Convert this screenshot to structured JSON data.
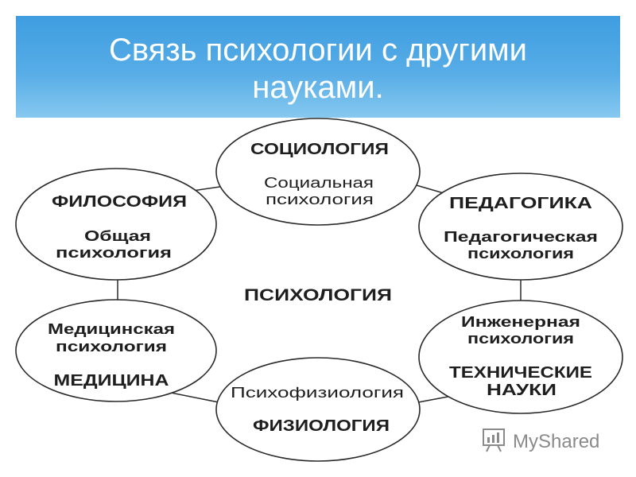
{
  "slide": {
    "title": "Связь психологии с другими науками.",
    "colors": {
      "header": "#4aa3e3",
      "title_text": "#ffffff",
      "outline": "#2a2a2a"
    }
  },
  "diagram": {
    "center_label": "ПСИХОЛОГИЯ",
    "nodes": [
      {
        "science_lines": [
          "СОЦИОЛОГИЯ"
        ],
        "branch_lines": [
          "Социальная",
          "психология"
        ]
      },
      {
        "science_lines": [
          "ФИЛОСОФИЯ"
        ],
        "branch_lines": [
          "Общая",
          "психология"
        ]
      },
      {
        "science_lines": [
          "ПЕДАГОГИКА"
        ],
        "branch_lines": [
          "Педагогическая",
          "психология"
        ]
      },
      {
        "science_lines": [
          "МЕДИЦИНА"
        ],
        "branch_lines": [
          "Медицинская",
          "психология"
        ]
      },
      {
        "science_lines": [
          "ТЕХНИЧЕСКИЕ",
          "НАУКИ"
        ],
        "branch_lines": [
          "Инженерная",
          "психология"
        ]
      },
      {
        "science_lines": [
          "ФИЗИОЛОГИЯ"
        ],
        "branch_lines": [
          "Психофизиология"
        ]
      }
    ],
    "connections": [
      [
        0,
        1
      ],
      [
        0,
        2
      ],
      [
        1,
        3
      ],
      [
        2,
        4
      ],
      [
        3,
        5
      ],
      [
        4,
        5
      ]
    ]
  },
  "watermark": {
    "text": "MyShared",
    "icon": "presentation-board-icon"
  }
}
